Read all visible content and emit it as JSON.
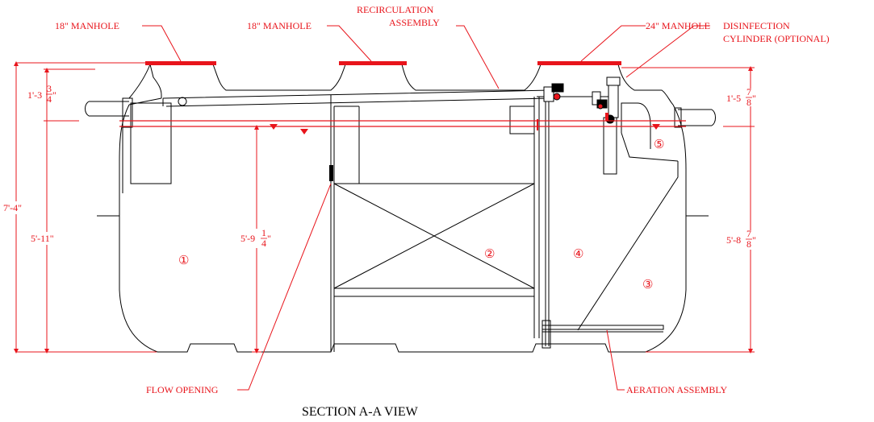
{
  "colors": {
    "annotation": "#e8141b",
    "outline": "#000000",
    "background": "#ffffff"
  },
  "labels": {
    "manhole_left": "18\" MANHOLE",
    "manhole_middle": "18\" MANHOLE",
    "recirculation_line1": "RECIRCULATION",
    "recirculation_line2": "ASSEMBLY",
    "manhole_right": "24\" MANHOLE",
    "disinfection_line1": "DISINFECTION",
    "disinfection_line2": "CYLINDER (OPTIONAL)",
    "flow_opening": "FLOW OPENING",
    "aeration_assembly": "AERATION ASSEMBLY"
  },
  "dimensions": {
    "left_top": {
      "whole": "1'-3",
      "num": "3",
      "den": "4",
      "suffix": "\""
    },
    "left_overall": "7'-4\"",
    "left_liquid": "5'-11\"",
    "middle": {
      "whole": "5'-9",
      "num": "1",
      "den": "4",
      "suffix": "\""
    },
    "right_top": {
      "whole": "1'-5",
      "num": "7",
      "den": "8",
      "suffix": "\""
    },
    "right_liquid": {
      "whole": "5'-8",
      "num": "7",
      "den": "8",
      "suffix": "\""
    }
  },
  "zones": [
    "①",
    "②",
    "④",
    "③",
    "⑤"
  ],
  "caption": "SECTION A-A VIEW"
}
